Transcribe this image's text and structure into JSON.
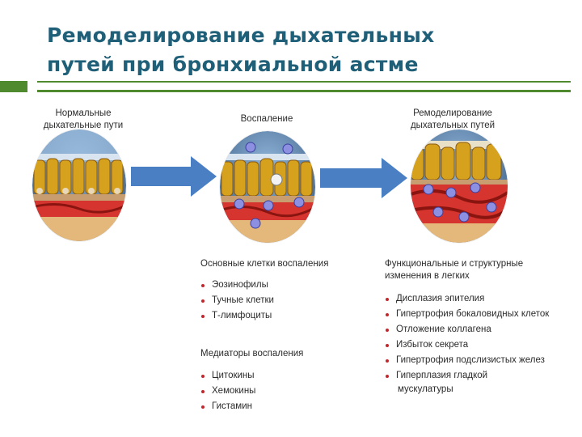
{
  "title": {
    "line1": "Ремоделирование дыхательных",
    "line2": "путей при бронхиальной астме"
  },
  "colors": {
    "title": "#1f5f78",
    "rule": "#4f8a2f",
    "arrow": "#4a7fc4",
    "bullet": "#c0282d"
  },
  "stages": [
    {
      "label_line1": "Нормальные",
      "label_line2": "дыхательные пути"
    },
    {
      "label_line1": "Воспаление",
      "label_line2": ""
    },
    {
      "label_line1": "Ремоделирование",
      "label_line2": "дыхательных путей"
    }
  ],
  "cells": {
    "heading": "Основные клетки воспаления",
    "items": [
      "Эозинофилы",
      "Тучные клетки",
      "Т-лимфоциты"
    ]
  },
  "mediators": {
    "heading": "Медиаторы воспаления",
    "items": [
      "Цитокины",
      "Хемокины",
      "Гистамин"
    ]
  },
  "changes": {
    "heading_line1": "Функциональные и структурные",
    "heading_line2": "изменения в легких",
    "items": [
      "Дисплазия эпителия",
      "Гипертрофия бокаловидных клеток",
      "Отложение коллагена",
      "Избыток секрета",
      "Гипертрофия подслизистых желез",
      "Гиперплазия гладкой"
    ],
    "last_item_continuation": "мускулатуры"
  }
}
